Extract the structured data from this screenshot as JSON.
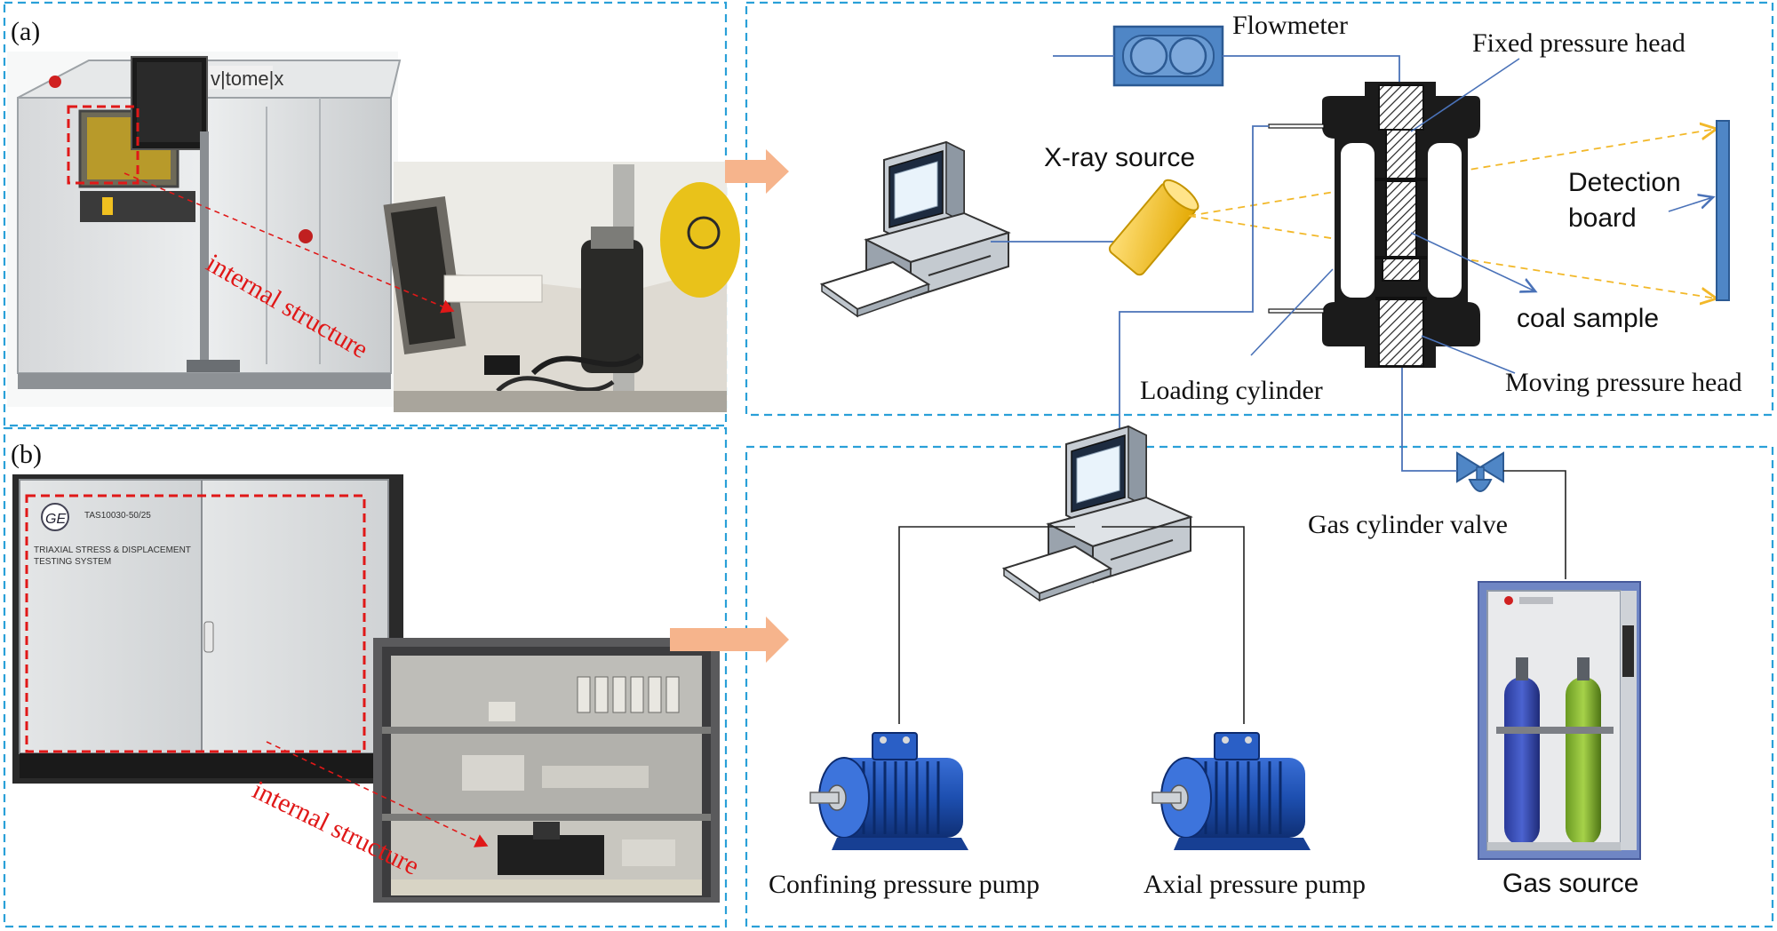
{
  "panels": {
    "a_label": "(a)",
    "b_label": "(b)"
  },
  "photo_a": {
    "internal_structure": "internal structure",
    "machine_brand": "v|tome|x"
  },
  "photo_b": {
    "internal_structure": "internal structure",
    "cabinet_model": "TAS10030-50/25",
    "cabinet_title_line1": "TRIAXIAL STRESS & DISPLACEMENT",
    "cabinet_title_line2": "TESTING SYSTEM",
    "logo": "GE"
  },
  "schematic": {
    "flowmeter": "Flowmeter",
    "fixed_pressure_head": "Fixed pressure head",
    "x_ray_source": "X-ray source",
    "detection_board_line1": "Detection",
    "detection_board_line2": "board",
    "coal_sample": "coal sample",
    "loading_cylinder": "Loading cylinder",
    "moving_pressure_head": "Moving pressure head"
  },
  "control": {
    "gas_cylinder_valve": "Gas cylinder valve",
    "confining_pressure_pump": "Confining pressure pump",
    "axial_pressure_pump": "Axial pressure pump",
    "gas_source": "Gas source"
  },
  "colors": {
    "frame_dash": "#2aa0d8",
    "red_dash": "#e01818",
    "arrow_fill": "#f6b48c",
    "blue_line": "#4a72b8",
    "xray_dash": "#f2b829",
    "flowmeter_fill": "#4f86c6",
    "xray_source_fill": "#f4c20d",
    "motor_blue": "#1d4fb0"
  },
  "icons": [
    "computer-icon",
    "valve-icon",
    "motor-icon",
    "gas-cabinet-icon",
    "flowmeter-icon"
  ]
}
